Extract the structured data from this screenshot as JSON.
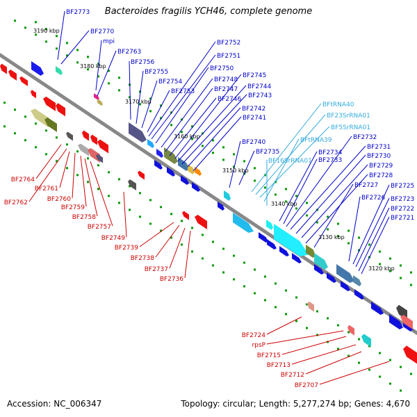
{
  "title": "Bacteroides fragilis YCH46, complete genome",
  "accession_text": "Accession: NC_006347",
  "summary_text": "Topology: circular; Length: 5,277,274 bp; Genes: 4,670",
  "colors": {
    "backbone": "#888888",
    "forward_label": "#0000cc",
    "reverse_label": "#cc0000",
    "rna_label": "#33aadd",
    "tick": "#009900"
  },
  "ruler_labels": [
    "3190 kbp",
    "3180 kbp",
    "3170 kbp",
    "3160 kbp",
    "3150 kbp",
    "3140 kbp",
    "3130 kbp",
    "3120 kbp"
  ],
  "forward_gene_labels": [
    "BF2773",
    "BF2770",
    "mpi",
    "BF2763",
    "BF2756",
    "BF2755",
    "BF2754",
    "BF2753",
    "BF2752",
    "BF2751",
    "BF2750",
    "BF2748",
    "BF2747",
    "BF2746",
    "BF2745",
    "BF2744",
    "BF2743",
    "BF2742",
    "BF2741",
    "BF2740",
    "BF2735",
    "BF2734",
    "BF2733",
    "BF2732",
    "BF2731",
    "BF2730",
    "BF2729",
    "BF2728",
    "BF2727",
    "BF2726",
    "BF2725",
    "BF2723",
    "BF2722",
    "BF2721"
  ],
  "rna_labels": [
    "BFtRNA40",
    "BF23SrRNA01",
    "BF5SrRNA01",
    "BFtRNA39",
    "BF16SrRNA01"
  ],
  "reverse_gene_labels": [
    "BF2764",
    "BF2762",
    "BF2761",
    "BF2760",
    "BF2759",
    "BF2758",
    "BF2757",
    "BF2749",
    "BF2739",
    "BF2738",
    "BF2737",
    "BF2736",
    "BF2724",
    "rpsP",
    "BF2715",
    "BF2713",
    "BF2712",
    "BF2707"
  ]
}
